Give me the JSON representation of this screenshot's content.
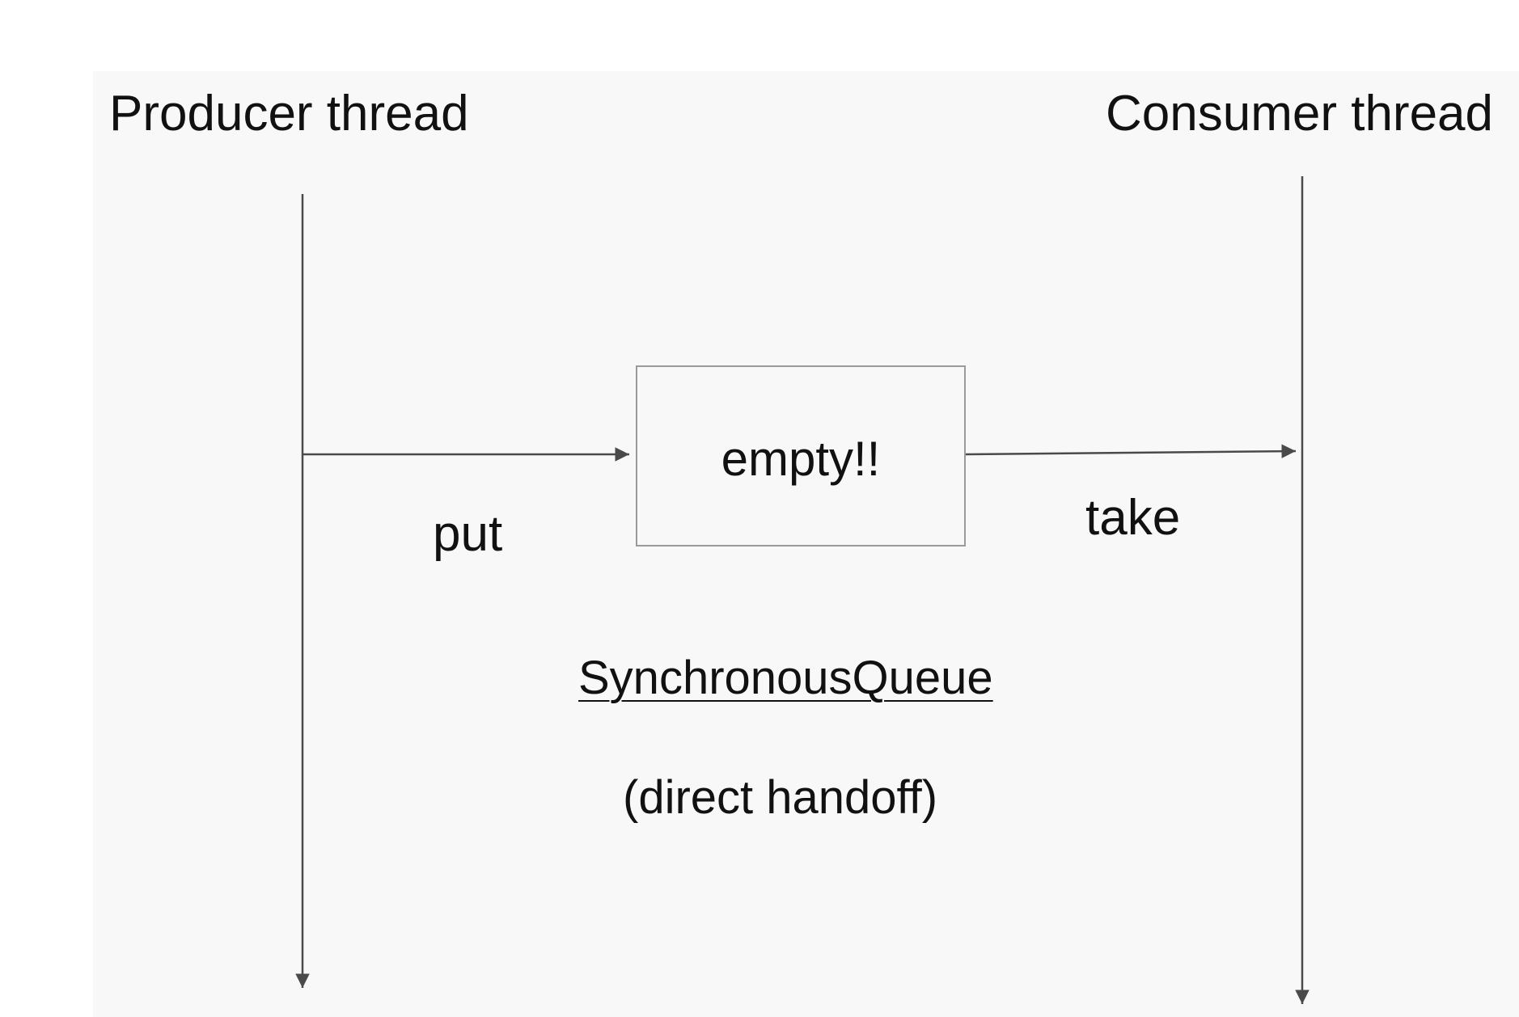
{
  "producer": {
    "title": "Producer thread",
    "operation": "put"
  },
  "consumer": {
    "title": "Consumer thread",
    "operation": "take"
  },
  "queue": {
    "state": "empty!!",
    "name": "SynchronousQueue",
    "note": "(direct handoff)"
  },
  "colors": {
    "line": "#4a4a4a",
    "box_border": "#9a9a9a",
    "panel_background": "#f8f8f8",
    "text": "#111111"
  }
}
